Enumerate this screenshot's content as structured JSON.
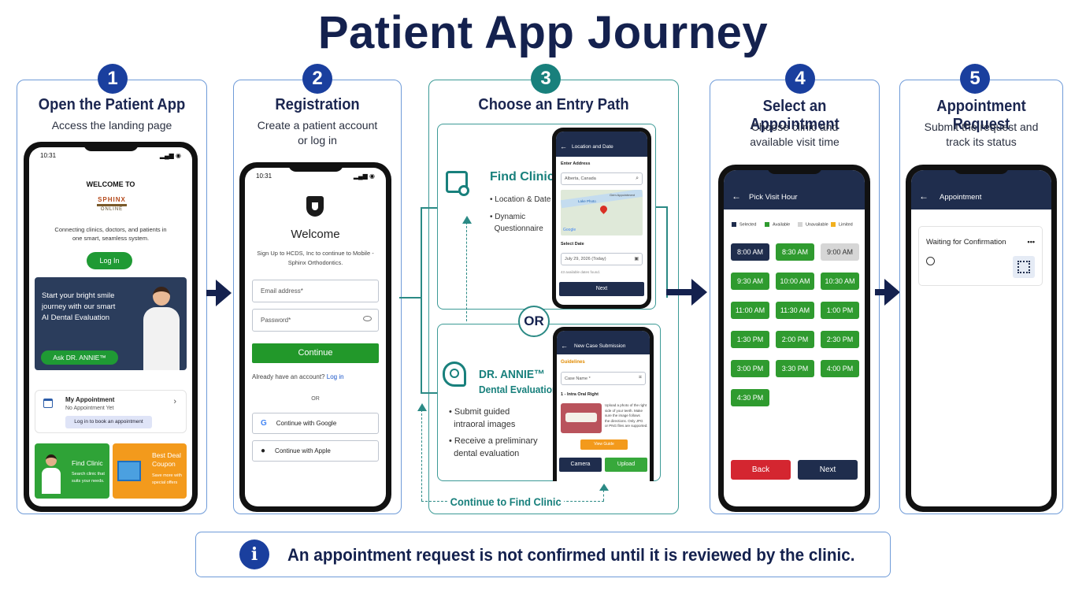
{
  "title": "Patient App Journey",
  "or_label": "OR",
  "continue_label": "Continue to Find Clinic",
  "note": "An appointment request is not confirmed until it is reviewed by the clinic.",
  "steps": [
    {
      "num": "1",
      "title": "Open the Patient App",
      "sub1": "Access the landing page",
      "sub2": ""
    },
    {
      "num": "2",
      "title": "Registration",
      "sub1": "Create a patient account",
      "sub2": "or log in"
    },
    {
      "num": "3",
      "title": "Choose an Entry Path",
      "sub1": "",
      "sub2": ""
    },
    {
      "num": "4",
      "title": "Select an Appointment",
      "sub1": "Choose clinic and",
      "sub2": "available visit time"
    },
    {
      "num": "5",
      "title": "Appointment Request",
      "sub1": "Submit the request and",
      "sub2": "track its status"
    }
  ],
  "p1": {
    "time": "10:31",
    "welcome": "WELCOME TO",
    "logo": "SPHINX",
    "logo_sub": "ONLINE",
    "desc1": "Connecting clinics, doctors, and patients in",
    "desc2": "one smart, seamless system.",
    "login": "Log In",
    "banner1": "Start your bright smile",
    "banner2": "journey with our smart",
    "banner3": "AI Dental Evaluation",
    "ask": "Ask DR. ANNIE™",
    "appt_title": "My Appointment",
    "appt_sub": "No Appointment Yet",
    "appt_btn": "Log in to book an appointment",
    "fc_title": "Find Clinic",
    "fc_sub1": "Search clinic that",
    "fc_sub2": "suits your needs.",
    "deal_title1": "Best Deal",
    "deal_title2": "Coupon",
    "deal_sub1": "Save more with",
    "deal_sub2": "special offers"
  },
  "p2": {
    "time": "10:31",
    "welcome": "Welcome",
    "desc1": "Sign Up to HCDS, Inc to continue to Mobile -",
    "desc2": "Sphinx Orthodontics.",
    "email": "Email address*",
    "password": "Password*",
    "continue": "Continue",
    "already": "Already have an account?",
    "login": "Log in",
    "or": "OR",
    "google": "Continue with Google",
    "apple": "Continue with Apple"
  },
  "p3a": {
    "label": "Find Clinic",
    "bullet1": "Location & Date",
    "bullet2a": "Dynamic",
    "bullet2b": "Questionnaire",
    "header": "Location and Date",
    "addr_label": "Enter Address",
    "addr_value": "Alberta, Canada",
    "map_pin1": "Lake Photo",
    "map_pin2": "Gem Appointment",
    "map_brand": "Google",
    "date_label": "Select Date",
    "date_value": "July 29, 2026 (Today)",
    "avail": "43 available dates found.",
    "next": "Next"
  },
  "p3b": {
    "label1": "DR. ANNIE™",
    "label2": "Dental Evaluation",
    "bullet1a": "Submit guided",
    "bullet1b": "intraoral images",
    "bullet2a": "Receive a preliminary",
    "bullet2b": "dental evaluation",
    "header": "New Case Submission",
    "guidelines": "Guidelines",
    "case_name": "Case Name *",
    "section": "1 - Intra Oral Right",
    "instr1": "Upload a photo of the right",
    "instr2": "side of your teeth. Make",
    "instr3": "sure the image follows",
    "instr4": "the directions. Only JPG",
    "instr5": "or PNG files are supported.",
    "view_guide": "View Guide",
    "camera": "Camera",
    "upload": "Upload"
  },
  "p4": {
    "header": "Pick Visit Hour",
    "legend": [
      "Selected",
      "Available",
      "Unavailable",
      "Limited"
    ],
    "legend_colors": [
      "#1f2d4d",
      "#2f9b2f",
      "#d4d4d4",
      "#f2b01e"
    ],
    "slots": [
      "8:00 AM",
      "8:30 AM",
      "9:00 AM",
      "9:30 AM",
      "10:00 AM",
      "10:30 AM",
      "11:00 AM",
      "11:30 AM",
      "1:00 PM",
      "1:30 PM",
      "2:00 PM",
      "2:30 PM",
      "3:00 PM",
      "3:30 PM",
      "4:00 PM",
      "4:30 PM"
    ],
    "slot_states": [
      "selected",
      "available",
      "unavailable",
      "available",
      "available",
      "available",
      "available",
      "available",
      "available",
      "available",
      "available",
      "available",
      "available",
      "available",
      "available",
      "available"
    ],
    "back": "Back",
    "next": "Next"
  },
  "p5": {
    "header": "Appointment",
    "status": "Waiting for Confirmation",
    "more": "•••"
  },
  "colors": {
    "navy": "#14214e",
    "badge": "#1a3f9e",
    "teal": "#18807c",
    "green": "#1f9a34",
    "red": "#d42630"
  }
}
